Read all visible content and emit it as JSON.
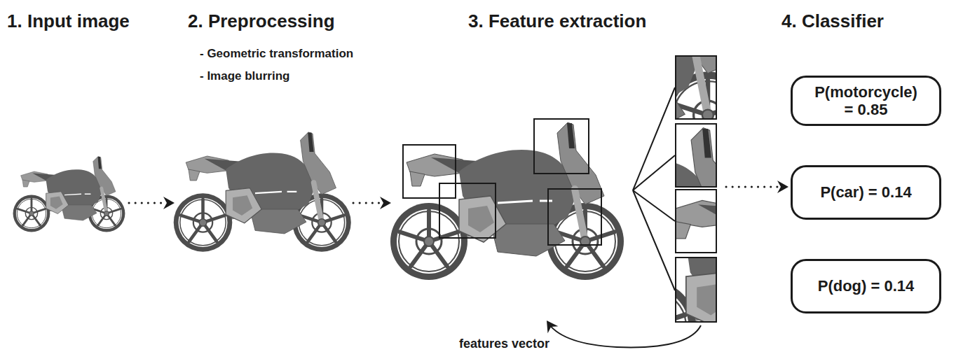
{
  "diagram": {
    "nodes": [
      {
        "text": [
          "P(motorcycle) = 0.85"
        ]
      },
      {
        "text": [
          "P(car) = 0.14"
        ]
      },
      {
        "text": [
          "P(dog) = 0.14"
        ]
      }
    ],
    "labels": [
      "1. Input image",
      "2. Preprocessing",
      "- Geometric transformation",
      "- Image blurring",
      "3. Feature extraction",
      "4. Classifier",
      "features vector"
    ]
  }
}
